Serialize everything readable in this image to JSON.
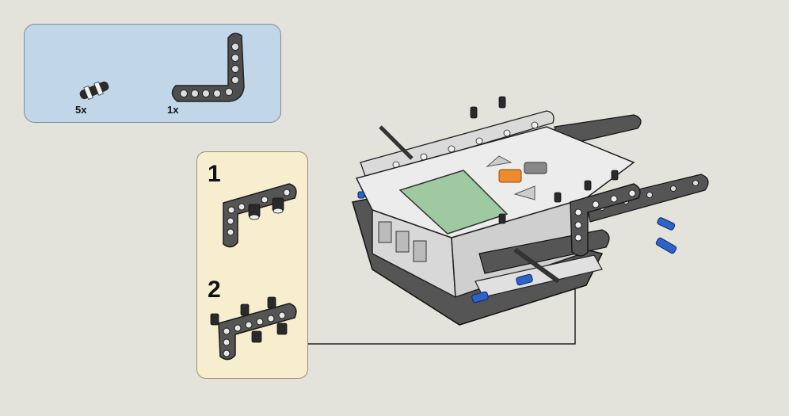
{
  "parts_list": {
    "items": [
      {
        "icon": "connector-peg-icon",
        "qty": "5x"
      },
      {
        "icon": "angled-beam-icon",
        "qty": "1x"
      }
    ]
  },
  "substeps": [
    {
      "number": "1"
    },
    {
      "number": "2"
    }
  ],
  "assembly": {
    "icon": "nxt-brick-assembly-icon",
    "screen_color": "#9fc9a0",
    "button_orange": "#f08a2e",
    "pin_blue": "#2d62c9"
  }
}
